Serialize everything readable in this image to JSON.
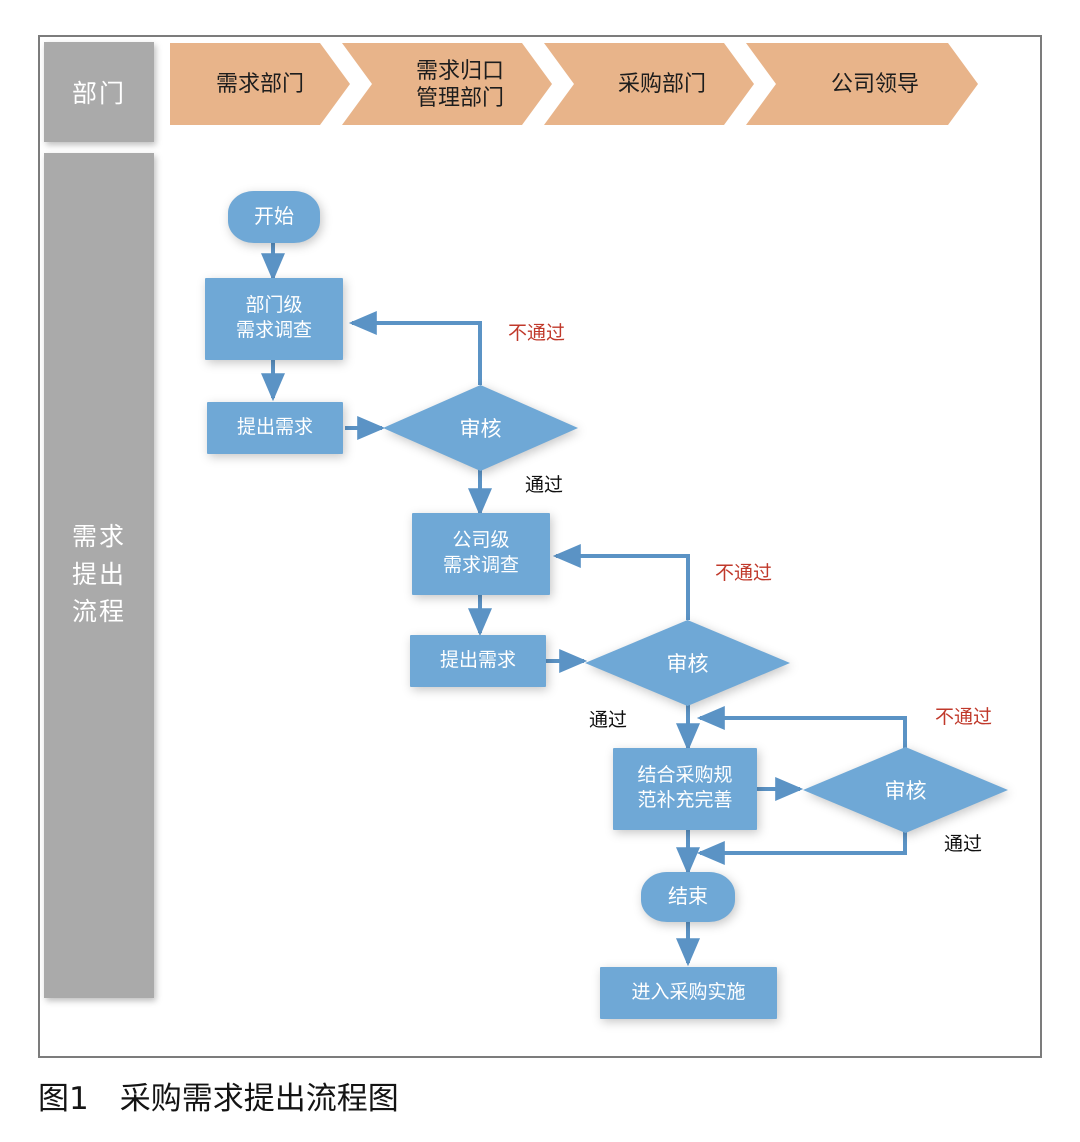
{
  "figure": {
    "caption": "图1 采购需求提出流程图"
  },
  "colors": {
    "node_blue": "#6fa8d6",
    "chevron_orange": "#e8b48a",
    "lane_gray": "#aaaaaa",
    "fail_red": "#c0392b",
    "frame_border": "#7c7c7c",
    "connector_blue": "#5b93c5"
  },
  "lanes": [
    {
      "id": "dept",
      "label": "部门"
    },
    {
      "id": "process",
      "label": "需求\n提出\n流程"
    }
  ],
  "header": {
    "chevrons": [
      {
        "label": "需求部门"
      },
      {
        "label": "需求归口\n管理部门"
      },
      {
        "label": "采购部门"
      },
      {
        "label": "公司领导"
      }
    ]
  },
  "flow": {
    "nodes": [
      {
        "id": "start",
        "type": "terminator",
        "label": "开始"
      },
      {
        "id": "dept-survey",
        "type": "process",
        "label": "部门级\n需求调查"
      },
      {
        "id": "dept-raise",
        "type": "process",
        "label": "提出需求"
      },
      {
        "id": "review-1",
        "type": "decision",
        "label": "审核"
      },
      {
        "id": "corp-survey",
        "type": "process",
        "label": "公司级\n需求调查"
      },
      {
        "id": "corp-raise",
        "type": "process",
        "label": "提出需求"
      },
      {
        "id": "review-2",
        "type": "decision",
        "label": "审核"
      },
      {
        "id": "refine",
        "type": "process",
        "label": "结合采购规\n范补充完善"
      },
      {
        "id": "review-3",
        "type": "decision",
        "label": "审核"
      },
      {
        "id": "end",
        "type": "terminator",
        "label": "结束"
      },
      {
        "id": "enter-proc",
        "type": "process",
        "label": "进入采购实施"
      }
    ],
    "edge_labels": [
      {
        "id": "fail-1",
        "label": "不通过",
        "kind": "fail"
      },
      {
        "id": "pass-1",
        "label": "通过",
        "kind": "pass"
      },
      {
        "id": "fail-2",
        "label": "不通过",
        "kind": "fail"
      },
      {
        "id": "pass-2",
        "label": "通过",
        "kind": "pass"
      },
      {
        "id": "fail-3",
        "label": "不通过",
        "kind": "fail"
      },
      {
        "id": "pass-3",
        "label": "通过",
        "kind": "pass"
      }
    ]
  }
}
